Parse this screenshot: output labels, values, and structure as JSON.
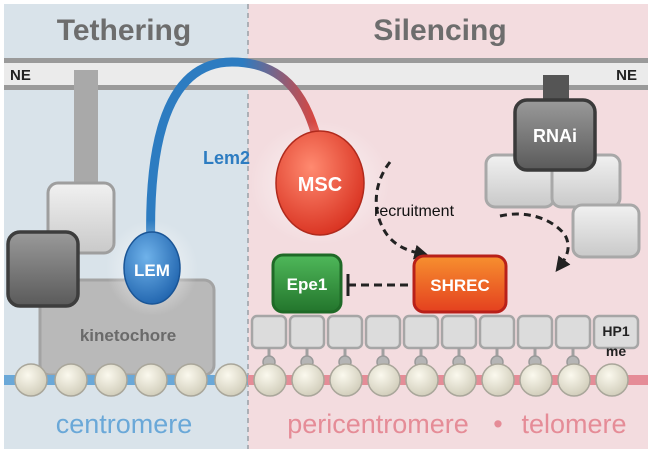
{
  "panels": {
    "left_title": "Tethering",
    "right_title": "Silencing"
  },
  "membrane": {
    "left_label": "NE",
    "right_label": "NE"
  },
  "proteins": {
    "lem2": "Lem2",
    "lem": "LEM",
    "msc": "MSC",
    "rnai": "RNAi",
    "epe1": "Epe1",
    "shrec": "SHREC",
    "kinetochore": "kinetochore",
    "hp1": "HP1",
    "me": "me"
  },
  "process": {
    "recruitment": "recruitment"
  },
  "regions": {
    "centromere": "centromere",
    "pericentromere": "pericentromere",
    "separator": "•",
    "telomere": "telomere"
  },
  "colors": {
    "left_bg": "#d9e3ea",
    "right_bg": "#f3dcdf",
    "title_gray": "#6d6d6d",
    "lem2_blue": "#2d7cc1",
    "msc_red": "#e0443a",
    "centromere_blue": "#6aa8d8",
    "pericentromere_pink": "#e58c97",
    "epe1_green": "#2f8f3a",
    "shrec_orange": "#ef6a28"
  }
}
